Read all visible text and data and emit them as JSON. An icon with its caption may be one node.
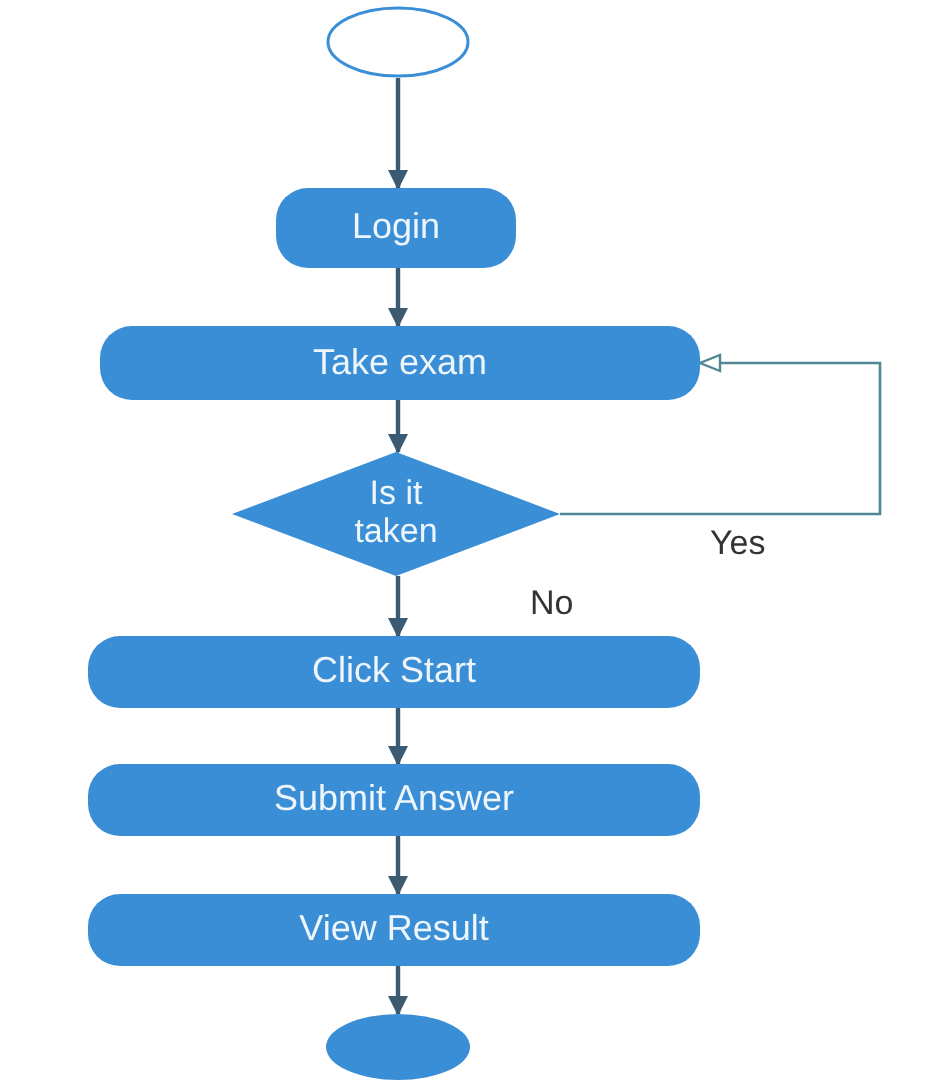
{
  "diagram": {
    "nodes": [
      {
        "text": [],
        "shape": "circle"
      },
      {
        "text": [
          "Login"
        ]
      },
      {
        "text": [
          "Take exam"
        ]
      },
      {
        "text": [
          "Is it taken"
        ]
      },
      {
        "text": [
          "Click Start"
        ]
      },
      {
        "text": [
          "Submit Answer"
        ]
      },
      {
        "text": [
          "View Result"
        ]
      },
      {
        "text": [],
        "shape": "circle"
      }
    ],
    "edges": [
      {
        "from": 0,
        "to": 1,
        "arrow": "to"
      },
      {
        "from": 1,
        "to": 2,
        "arrow": "to"
      },
      {
        "from": 2,
        "to": 3,
        "arrow": "to"
      },
      {
        "from": 3,
        "to": 2,
        "arrow": "to",
        "label": "Yes",
        "color": "#4f8794"
      },
      {
        "from": 3,
        "to": 4,
        "arrow": "to",
        "label": "No"
      },
      {
        "from": 4,
        "to": 5,
        "arrow": "to"
      },
      {
        "from": 5,
        "to": 6,
        "arrow": "to"
      },
      {
        "from": 6,
        "to": 7,
        "arrow": "to"
      }
    ]
  }
}
